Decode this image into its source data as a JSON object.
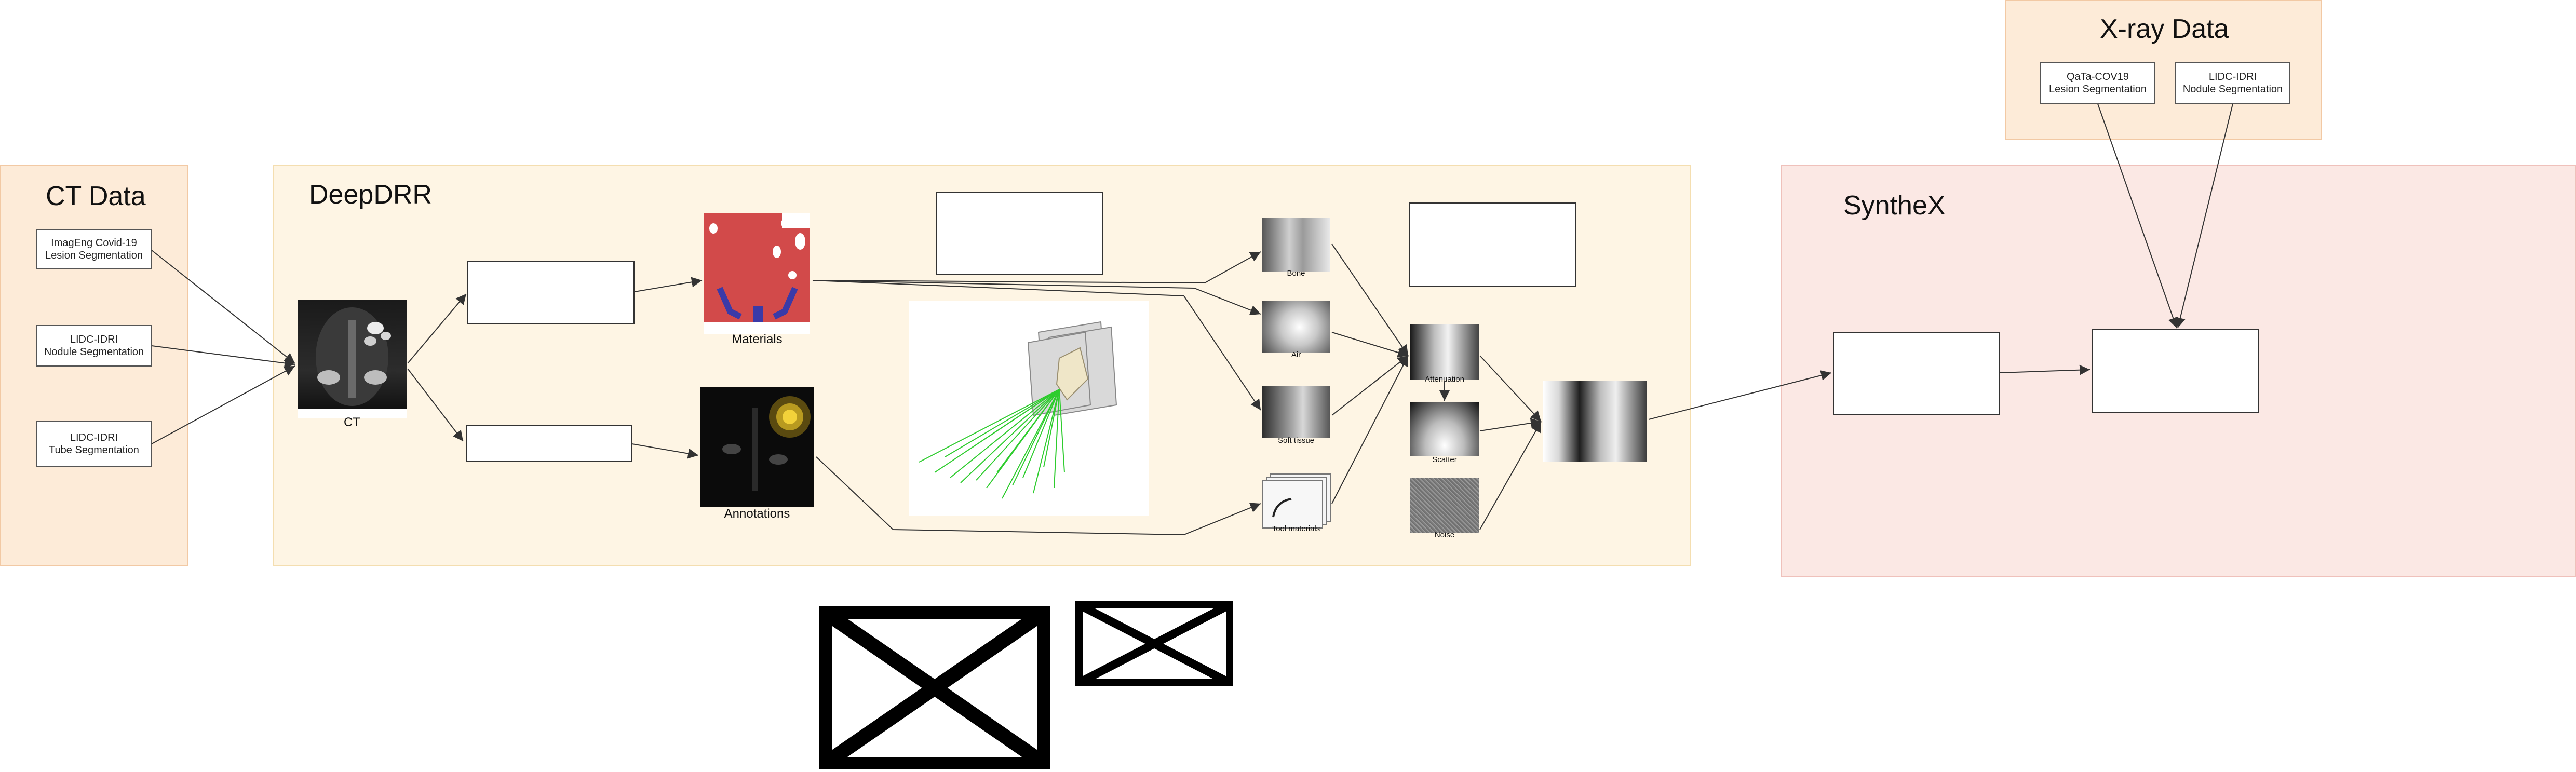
{
  "panels": {
    "ct": "CT Data",
    "deepdrr": "DeepDRR",
    "synthex": "SyntheX",
    "xray": "X-ray Data"
  },
  "ct_datasets": [
    "ImagEng Covid-19\nLesion Segmentation",
    "LIDC-IDRI\nNodule Segmentation",
    "LIDC-IDRI\nTube Segmentation"
  ],
  "xray_datasets": [
    "QaTa-COV19\nLesion Segmentation",
    "LIDC-IDRI\nNodule Segmentation"
  ],
  "captions": {
    "ct": "CT",
    "materials": "Materials",
    "annotations": "Annotations",
    "bone": "Bone",
    "air": "Air",
    "soft_tissue": "Soft tissue",
    "tool_materials": "Tool materials",
    "attenuation": "Attenuation",
    "scatter": "Scatter",
    "noise": "Noise"
  },
  "colors": {
    "ct_panel": "#fdebd8",
    "deepdrr_panel": "#fef5e4",
    "synthex_panel": "#fbe8e4",
    "xray_panel": "#fdebd8",
    "materials_red": "#d24a4a",
    "annotation_yellow": "#f3d23a",
    "ray_green": "#2ecc2e"
  },
  "icons": [
    "broken-image-icon-large",
    "broken-image-icon-small"
  ]
}
